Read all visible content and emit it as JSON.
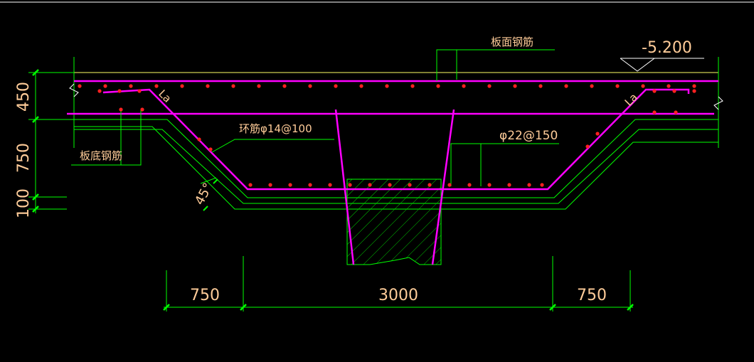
{
  "labels": {
    "top_rebar": "板面钢筋",
    "bottom_rebar": "板底钢筋",
    "stirrup": "环筋φ14@100",
    "main_rebar": "φ22@150",
    "elevation": "-5.200",
    "anchor_left": "La",
    "anchor_right": "La",
    "angle": "45°"
  },
  "dimensions": {
    "vertical": [
      "450",
      "750",
      "100"
    ],
    "horizontal": [
      "750",
      "3000",
      "750"
    ]
  },
  "colors": {
    "background": "#000000",
    "concrete": "#00ff00",
    "rebar": "#ff00ff",
    "dots": "#ff2020",
    "dimension": "#00ff00",
    "text": "#ffcc99",
    "hatch": "#00cc00",
    "slab_top": "#ffff66",
    "white": "#ffffff"
  }
}
